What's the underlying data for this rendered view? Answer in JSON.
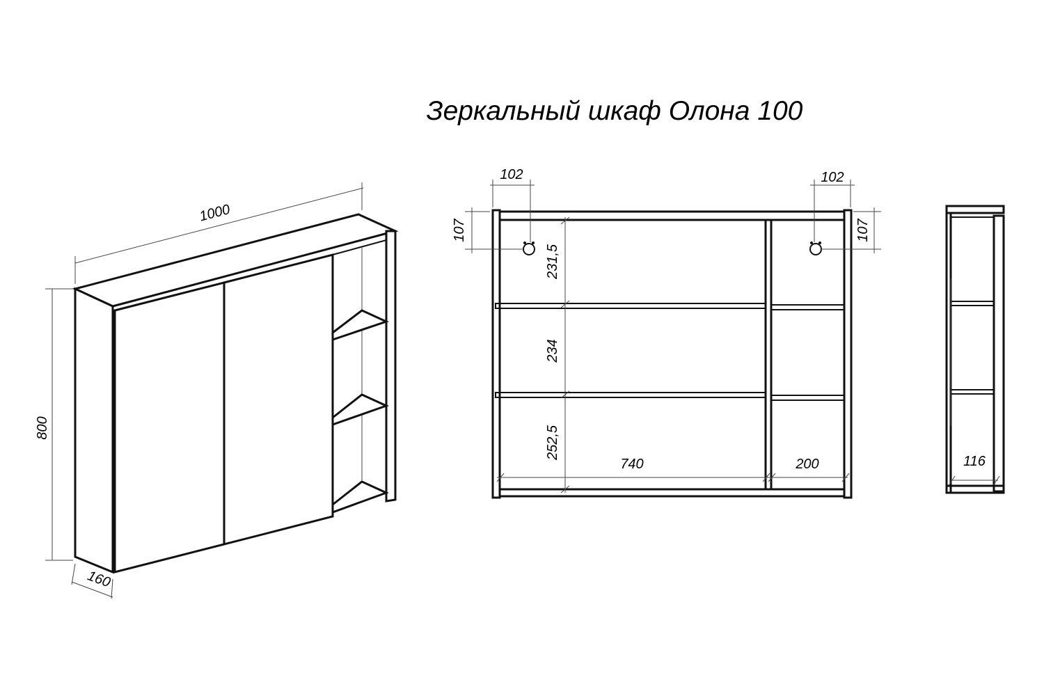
{
  "title": "Зеркальный шкаф Олона 100",
  "dimensions": {
    "width": "1000",
    "height": "800",
    "depth": "160",
    "hole_offset_left_x": "102",
    "hole_offset_right_x": "102",
    "hole_offset_left_y": "107",
    "hole_offset_right_y": "107",
    "shelf_top": "231,5",
    "shelf_middle": "234",
    "shelf_bottom": "252,5",
    "section_main": "740",
    "section_side": "200",
    "inner_depth": "116"
  }
}
